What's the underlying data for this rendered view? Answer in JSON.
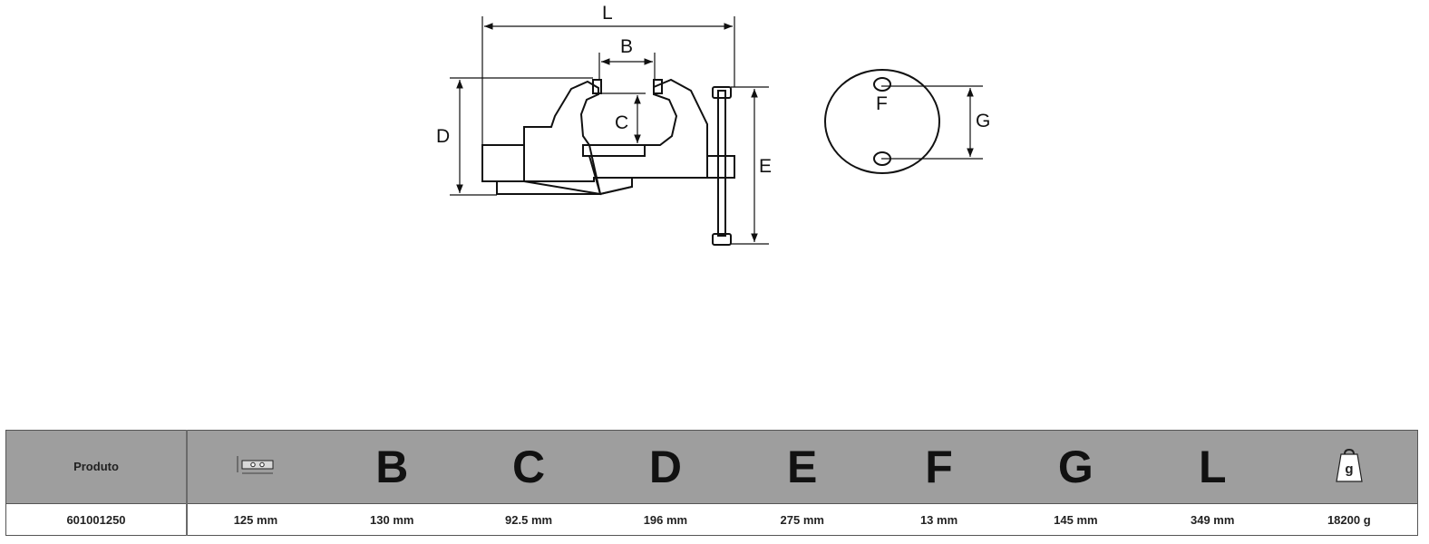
{
  "diagram": {
    "labels": {
      "L": "L",
      "B": "B",
      "C": "C",
      "D": "D",
      "E": "E",
      "F": "F",
      "G": "G"
    }
  },
  "table": {
    "headers": {
      "product": "Produto",
      "jaw_icon": "jaw-width-icon",
      "B": "B",
      "C": "C",
      "D": "D",
      "E": "E",
      "F": "F",
      "G": "G",
      "L": "L",
      "weight_icon": "weight-icon",
      "weight_unit": "g"
    },
    "rows": [
      {
        "product": "601001250",
        "jaw": "125 mm",
        "B": "130 mm",
        "C": "92.5 mm",
        "D": "196 mm",
        "E": "275 mm",
        "F": "13 mm",
        "G": "145 mm",
        "L": "349 mm",
        "weight": "18200 g"
      }
    ]
  }
}
